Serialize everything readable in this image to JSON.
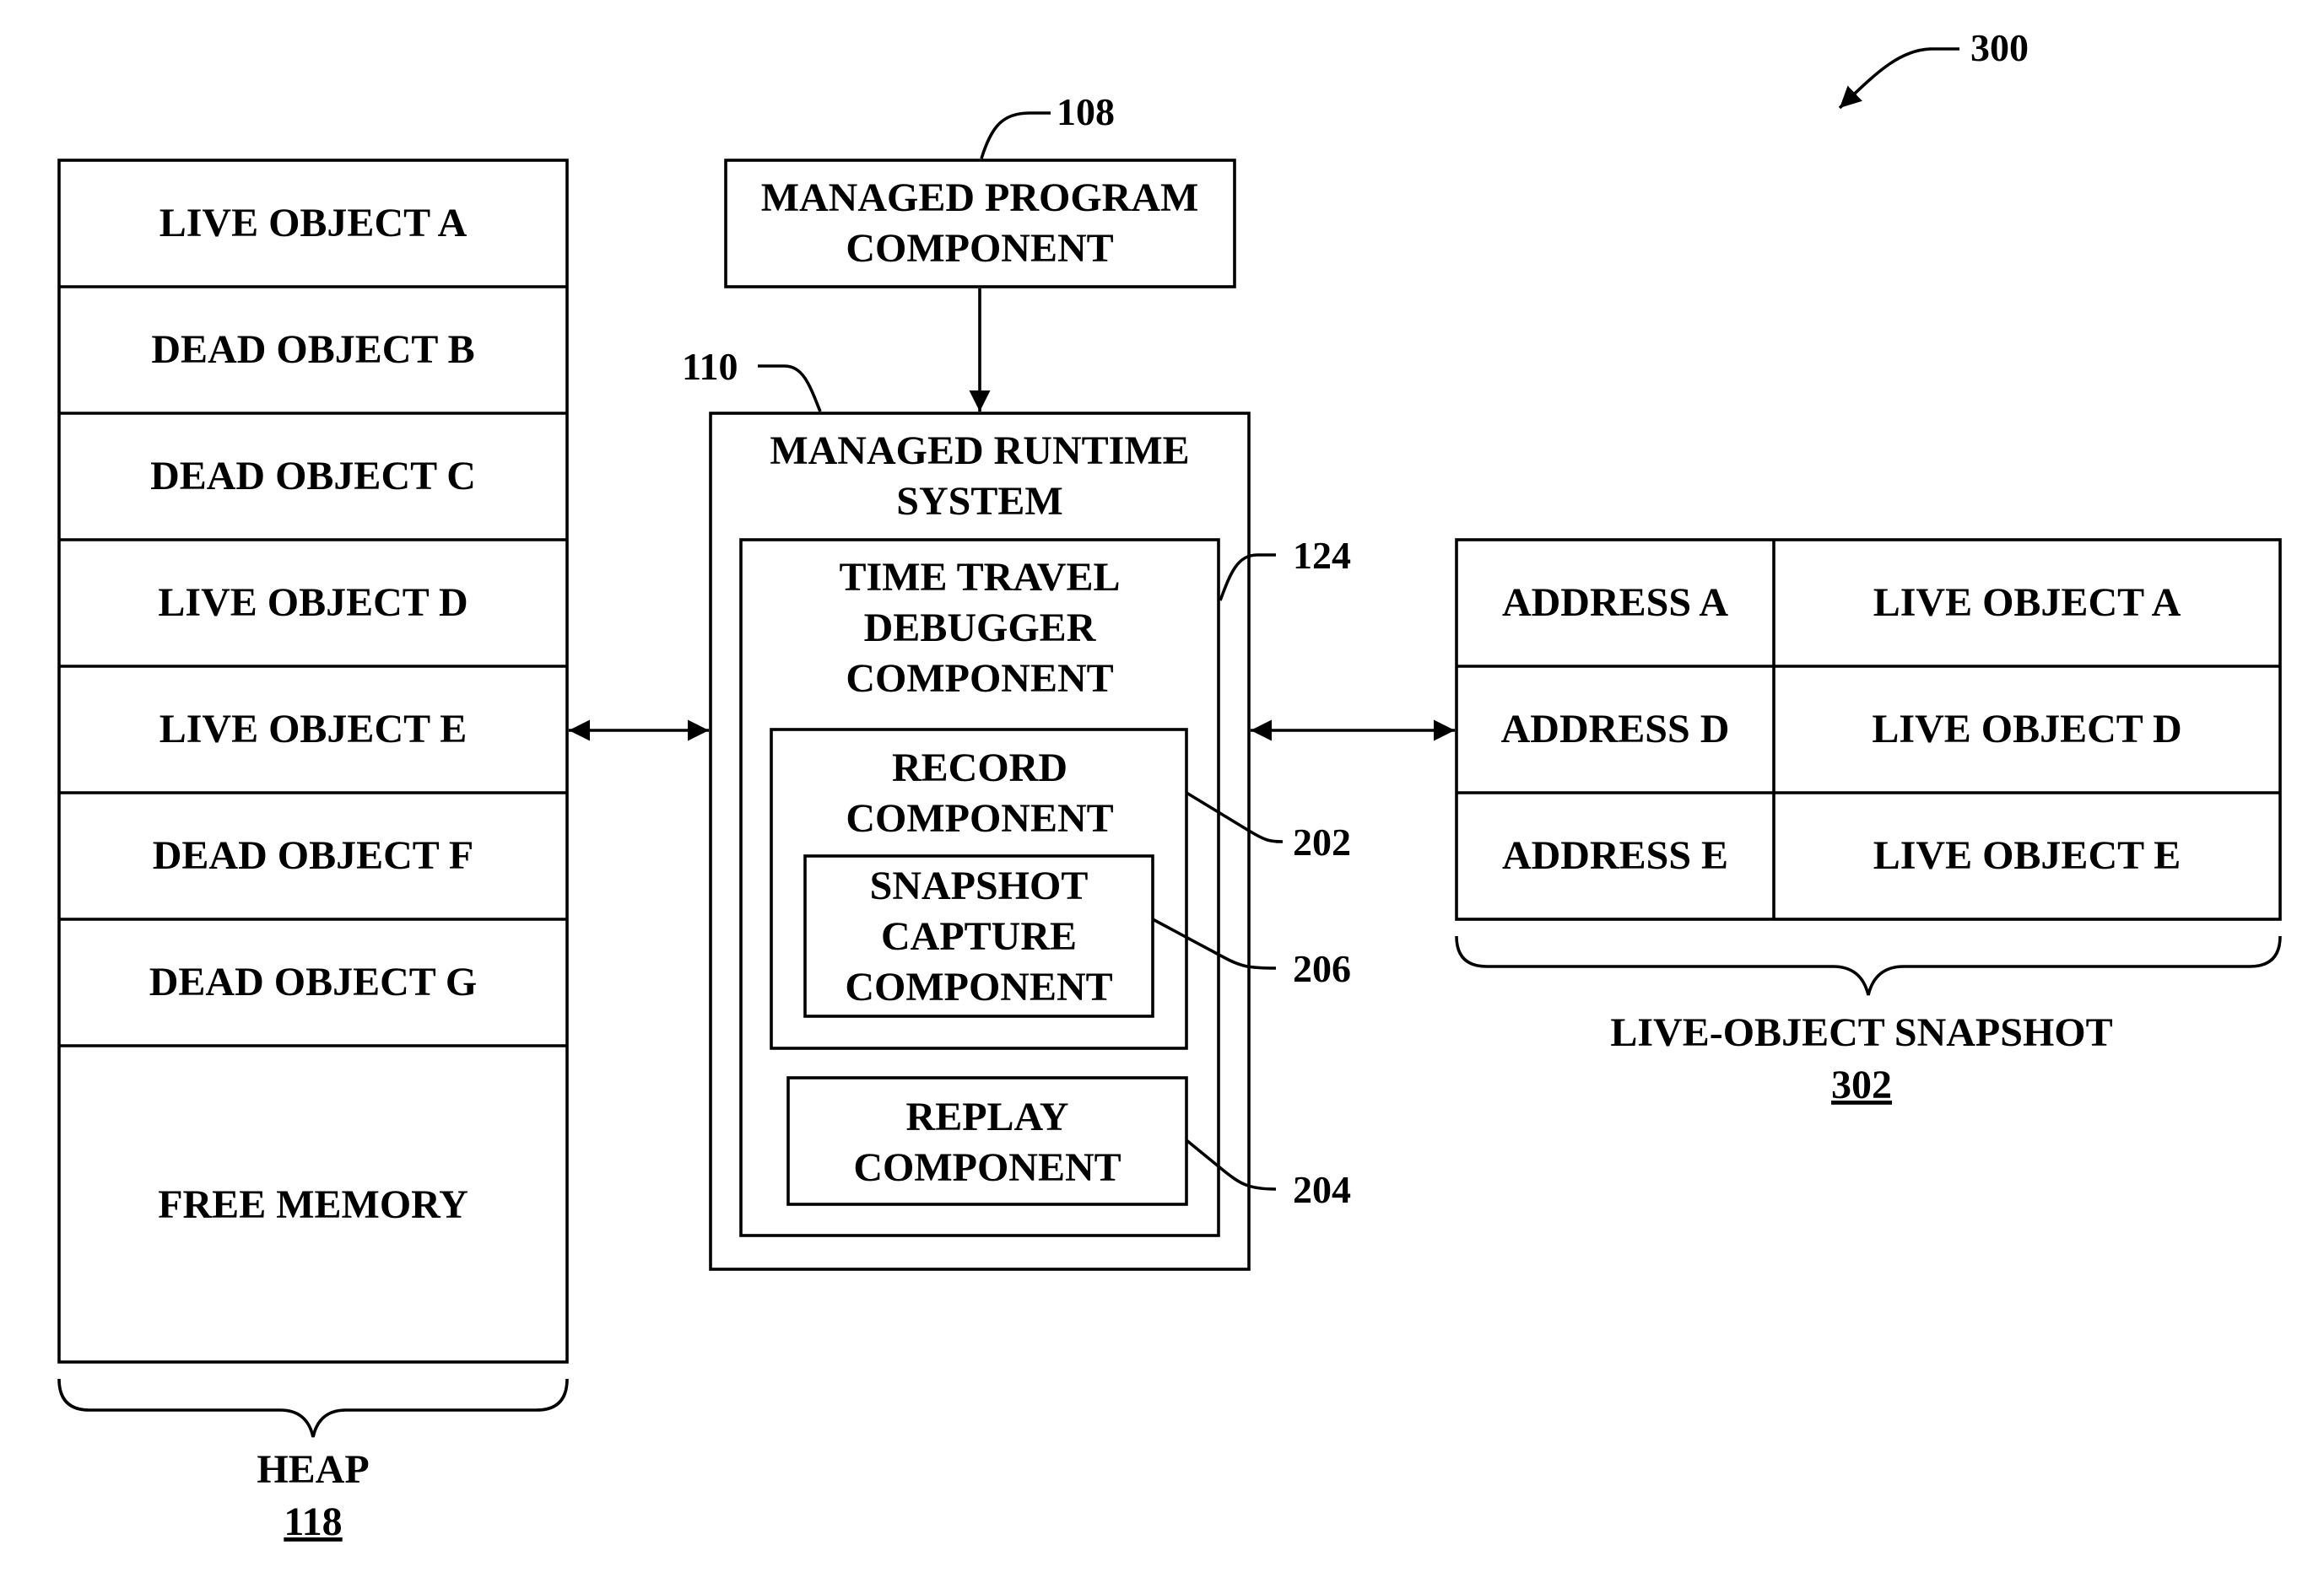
{
  "figure_ref": "300",
  "heap": {
    "cells": [
      "LIVE OBJECT A",
      "DEAD OBJECT B",
      "DEAD OBJECT C",
      "LIVE OBJECT D",
      "LIVE OBJECT E",
      "DEAD OBJECT F",
      "DEAD OBJECT G",
      "FREE MEMORY"
    ],
    "label": "HEAP",
    "ref": "118"
  },
  "managed_program": {
    "lines": [
      "MANAGED PROGRAM",
      "COMPONENT"
    ],
    "ref": "108"
  },
  "runtime": {
    "lines": [
      "MANAGED RUNTIME",
      "SYSTEM"
    ],
    "ref": "110"
  },
  "debugger": {
    "lines": [
      "TIME TRAVEL",
      "DEBUGGER",
      "COMPONENT"
    ],
    "ref": "124"
  },
  "record": {
    "lines": [
      "RECORD",
      "COMPONENT"
    ],
    "ref": "202"
  },
  "snapshot_capture": {
    "lines": [
      "SNAPSHOT",
      "CAPTURE",
      "COMPONENT"
    ],
    "ref": "206"
  },
  "replay": {
    "lines": [
      "REPLAY",
      "COMPONENT"
    ],
    "ref": "204"
  },
  "snapshot_table": {
    "rows": [
      {
        "address": "ADDRESS A",
        "object": "LIVE OBJECT A"
      },
      {
        "address": "ADDRESS D",
        "object": "LIVE OBJECT D"
      },
      {
        "address": "ADDRESS E",
        "object": "LIVE OBJECT E"
      }
    ],
    "label": "LIVE-OBJECT SNAPSHOT",
    "ref": "302"
  }
}
